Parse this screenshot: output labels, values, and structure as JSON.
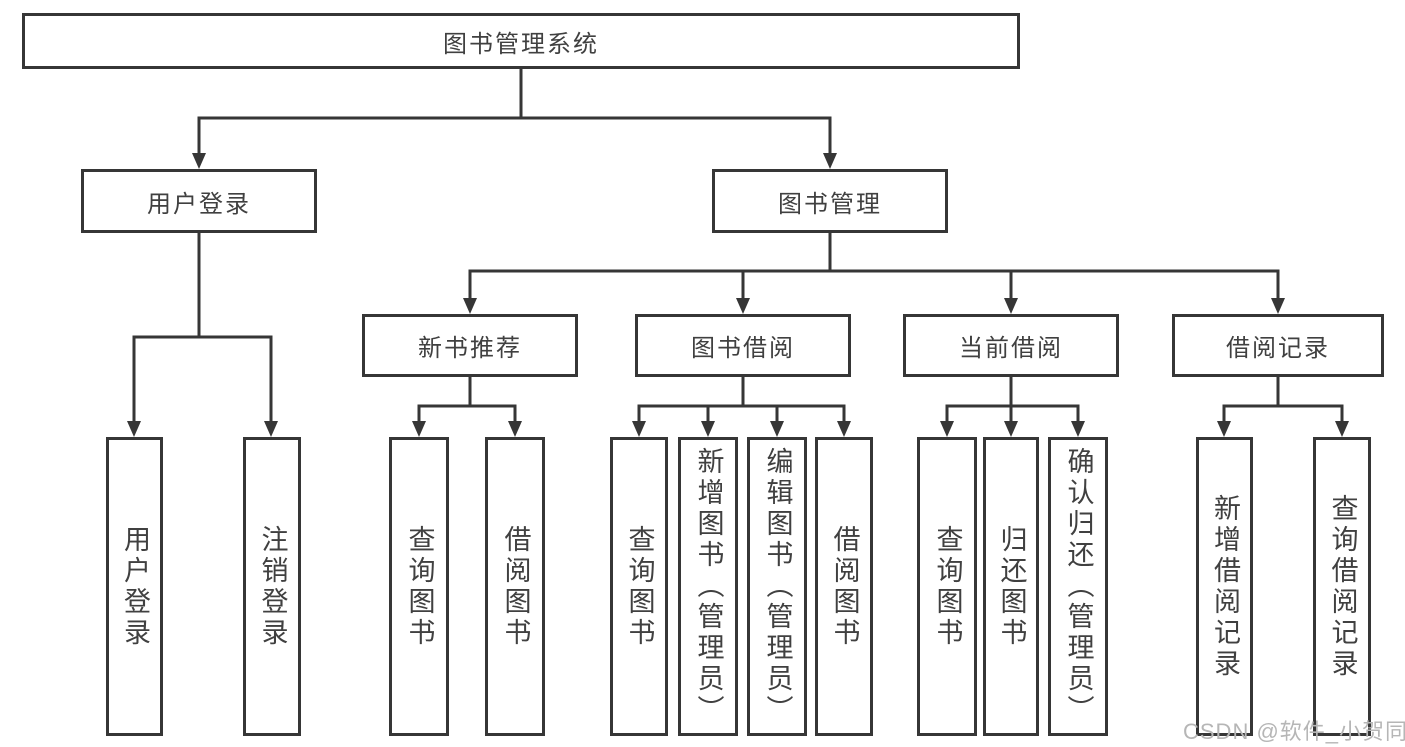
{
  "diagram": {
    "root": {
      "label": "图书管理系统"
    },
    "level2": [
      {
        "label": "用户登录"
      },
      {
        "label": "图书管理"
      }
    ],
    "level3": [
      {
        "label": "新书推荐",
        "parent": "图书管理"
      },
      {
        "label": "图书借阅",
        "parent": "图书管理"
      },
      {
        "label": "当前借阅",
        "parent": "图书管理"
      },
      {
        "label": "借阅记录",
        "parent": "图书管理"
      }
    ],
    "leaves": [
      {
        "label": "用户登录",
        "parent": "用户登录"
      },
      {
        "label": "注销登录",
        "parent": "用户登录"
      },
      {
        "label": "查询图书",
        "parent": "新书推荐"
      },
      {
        "label": "借阅图书",
        "parent": "新书推荐"
      },
      {
        "label": "查询图书",
        "parent": "图书借阅"
      },
      {
        "label": "新增图书（管理员）",
        "parent": "图书借阅"
      },
      {
        "label": "编辑图书（管理员）",
        "parent": "图书借阅"
      },
      {
        "label": "借阅图书",
        "parent": "图书借阅"
      },
      {
        "label": "查询图书",
        "parent": "当前借阅"
      },
      {
        "label": "归还图书",
        "parent": "当前借阅"
      },
      {
        "label": "确认归还（管理员）",
        "parent": "当前借阅"
      },
      {
        "label": "新增借阅记录",
        "parent": "借阅记录"
      },
      {
        "label": "查询借阅记录",
        "parent": "借阅记录"
      }
    ]
  },
  "watermark": {
    "text": "CSDN @软件_小贺同学"
  },
  "colors": {
    "line": "#363636",
    "text": "#404040",
    "watermark": "#b6b6b6",
    "background": "#ffffff"
  }
}
